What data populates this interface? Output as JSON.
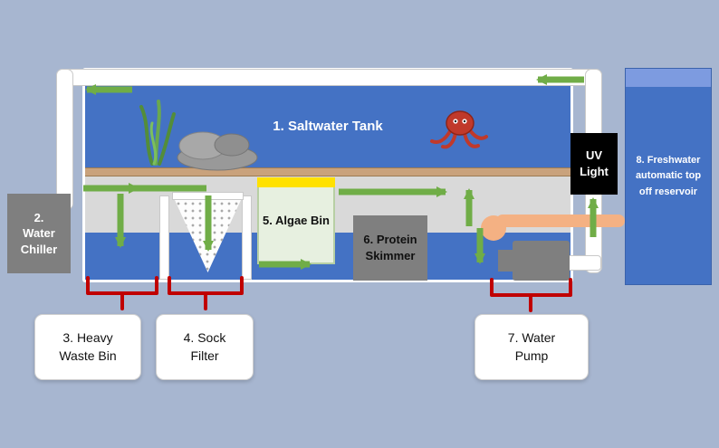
{
  "labels": {
    "saltwater_tank": "1. Saltwater Tank",
    "water_chiller": "2. Water Chiller",
    "heavy_waste_bin": "3. Heavy Waste Bin",
    "sock_filter": "4. Sock Filter",
    "algae_bin": "5. Algae Bin",
    "protein_skimmer": "6. Protein Skimmer",
    "water_pump": "7. Water Pump",
    "freshwater_reservoir": "8. Freshwater automatic top off reservoir",
    "uv_light": "UV Light"
  },
  "colors": {
    "background": "#a7b6d0",
    "tank_water": "#4472c4",
    "sump_body": "#d9d9d9",
    "sand": "#c9a27c",
    "pipe": "#ffffff",
    "return_hose": "#f4b183",
    "flow_arrow": "#70ad47",
    "bracket": "#c00000",
    "equipment_gray": "#7f7f7f",
    "uv_light_bg": "#000000",
    "algae_bin_bg": "#e7f0e0",
    "algae_light": "#ffe100",
    "label_card_bg": "#ffffff"
  },
  "icons": [
    {
      "name": "seaweed-icon",
      "desc": "green seaweed plant inside tank"
    },
    {
      "name": "rocks-icon",
      "desc": "gray rock pile inside tank"
    },
    {
      "name": "octopus-icon",
      "desc": "red octopus inside tank"
    },
    {
      "name": "flow-arrow",
      "desc": "green arrow showing water flow direction"
    },
    {
      "name": "grouping-bracket",
      "desc": "red bracket linking equipment to its label"
    }
  ]
}
